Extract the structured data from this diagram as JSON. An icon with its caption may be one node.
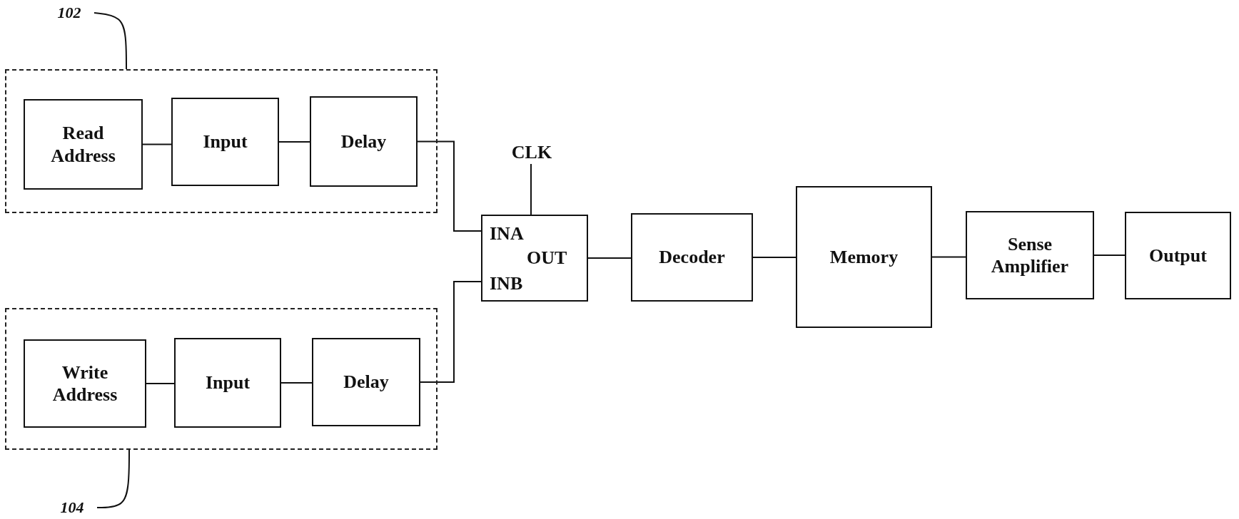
{
  "diagram": {
    "nodes": [
      {
        "text": [
          "102"
        ]
      },
      {
        "text": [],
        "shape": "box"
      },
      {
        "text": [
          "Read Address"
        ],
        "in": 1
      },
      {
        "text": [
          "Input"
        ],
        "in": 1
      },
      {
        "text": [
          "Delay"
        ],
        "in": 1
      },
      {
        "text": [
          "CLK"
        ]
      },
      {
        "text": [
          "INA",
          "OUT",
          "INB"
        ]
      },
      {
        "text": [
          "Decoder"
        ]
      },
      {
        "text": [
          "Memory"
        ]
      },
      {
        "text": [
          "Sense Amplifier"
        ]
      },
      {
        "text": [
          "Output"
        ]
      },
      {
        "text": [],
        "shape": "box"
      },
      {
        "text": [
          "Write Address"
        ],
        "in": 11
      },
      {
        "text": [
          "Input"
        ],
        "in": 11
      },
      {
        "text": [
          "Delay"
        ],
        "in": 11
      },
      {
        "text": [
          "104"
        ]
      }
    ],
    "edges": [
      {
        "from": 0,
        "to": 1,
        "arrow": "none"
      },
      {
        "from": 2,
        "to": 3,
        "arrow": "none"
      },
      {
        "from": 3,
        "to": 4,
        "arrow": "none"
      },
      {
        "from": 4,
        "to": 6,
        "arrow": "none"
      },
      {
        "from": 5,
        "to": 6,
        "arrow": "none"
      },
      {
        "from": 12,
        "to": 13,
        "arrow": "none"
      },
      {
        "from": 13,
        "to": 14,
        "arrow": "none"
      },
      {
        "from": 14,
        "to": 6,
        "arrow": "none"
      },
      {
        "from": 6,
        "to": 7,
        "arrow": "none"
      },
      {
        "from": 7,
        "to": 8,
        "arrow": "none"
      },
      {
        "from": 8,
        "to": 9,
        "arrow": "none"
      },
      {
        "from": 9,
        "to": 10,
        "arrow": "none"
      },
      {
        "from": 15,
        "to": 11,
        "arrow": "none"
      }
    ]
  }
}
